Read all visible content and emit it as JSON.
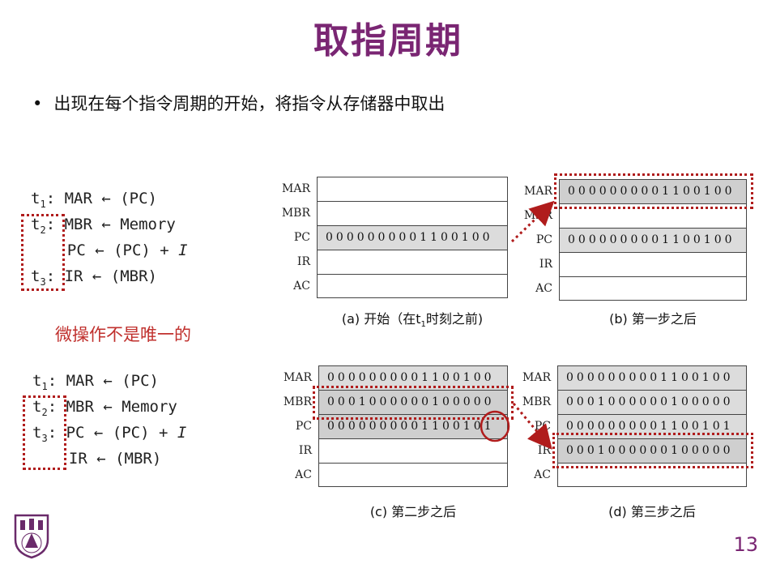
{
  "slide": {
    "title": "取指周期",
    "bullet": "出现在每个指令周期的开始，将指令从存储器中取出",
    "note": "微操作不是唯一的",
    "page_number": "13"
  },
  "sequence1": {
    "t1": "t",
    "t1_sub": "1",
    "t1_op": ": MAR ← (PC)",
    "t2": "t",
    "t2_sub": "2",
    "t2_op": ": MBR ← Memory",
    "pc_line": "  PC ← (PC) + ",
    "pc_inc": "I",
    "t3": "t",
    "t3_sub": "3",
    "t3_op": ": IR ← (MBR)"
  },
  "sequence2": {
    "t1": "t",
    "t1_sub": "1",
    "t1_op": ": MAR ← (PC)",
    "t2": "t",
    "t2_sub": "2",
    "t2_op": ": MBR ← Memory",
    "t3": "t",
    "t3_sub": "3",
    "t3_op": ": PC ← (PC) + ",
    "pc_inc": "I",
    "ir_line": "  IR ← (MBR)"
  },
  "register_names": [
    "MAR",
    "MBR",
    "PC",
    "IR",
    "AC"
  ],
  "diagrams": {
    "a": {
      "caption_pre": "(a)  开始（在t",
      "caption_sub": "1",
      "caption_post": "时刻之前)",
      "values": [
        "",
        "",
        "0000000001100100",
        "",
        ""
      ]
    },
    "b": {
      "caption": "(b)  第一步之后",
      "values": [
        "0000000001100100",
        "",
        "0000000001100100",
        "",
        ""
      ]
    },
    "c": {
      "caption": "(c)  第二步之后",
      "values": [
        "0000000001100100",
        "0001000000100000",
        "0000000001100101",
        "",
        ""
      ]
    },
    "d": {
      "caption": "(d)  第三步之后",
      "values": [
        "0000000001100100",
        "0001000000100000",
        "0000000001100101",
        "0001000000100000",
        ""
      ]
    }
  },
  "colors": {
    "title": "#7a2673",
    "note": "#c0302d",
    "highlight": "#b01c1c"
  }
}
